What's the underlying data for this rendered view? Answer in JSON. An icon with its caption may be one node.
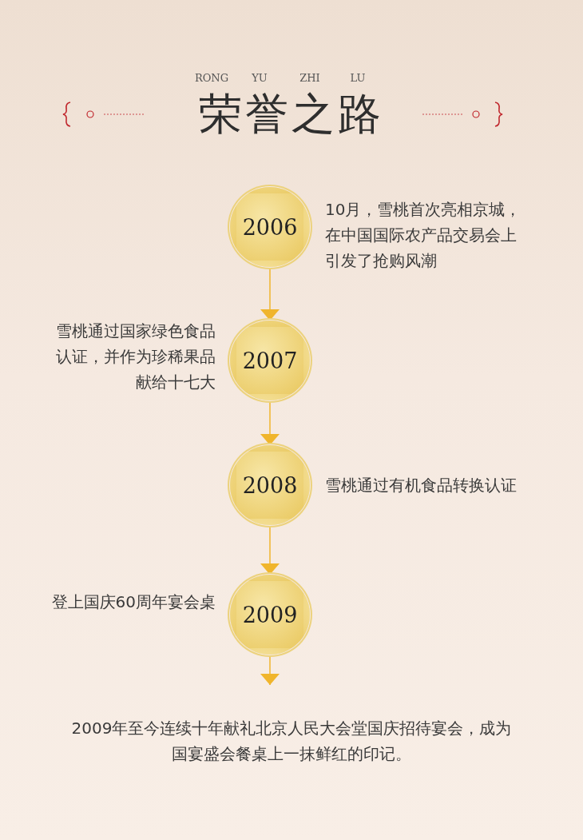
{
  "diagram": {
    "title": "荣誉之路",
    "caption": "2009年至今连续十年献礼北京人民大会堂国庆招待宴会，成为国宴盛会餐桌上一抹鲜红的印记。",
    "nodes": [
      {
        "text": [
          "2006"
        ],
        "beside": [
          "10月，雪桃首次亮相京城，在中国国际农产品交易会上引发了抢购风潮"
        ]
      },
      {
        "text": [
          "2007"
        ],
        "beside": [
          "雪桃通过国家绿色食品认证，并作为珍稀果品献给十七大"
        ]
      },
      {
        "text": [
          "2008"
        ],
        "beside": [
          "雪桃通过有机食品转换认证"
        ]
      },
      {
        "text": [
          "2009"
        ],
        "beside": [
          "登上国庆60周年宴会桌"
        ]
      }
    ],
    "edges": [
      {
        "from": 0,
        "to": 1,
        "arrow": "to"
      },
      {
        "from": 1,
        "to": 2,
        "arrow": "to"
      },
      {
        "from": 2,
        "to": 3,
        "arrow": "to"
      },
      {
        "from": 3,
        "to": null,
        "arrow": "to"
      }
    ],
    "labels": [
      "RONG",
      "YU",
      "ZHI",
      "LU"
    ]
  }
}
